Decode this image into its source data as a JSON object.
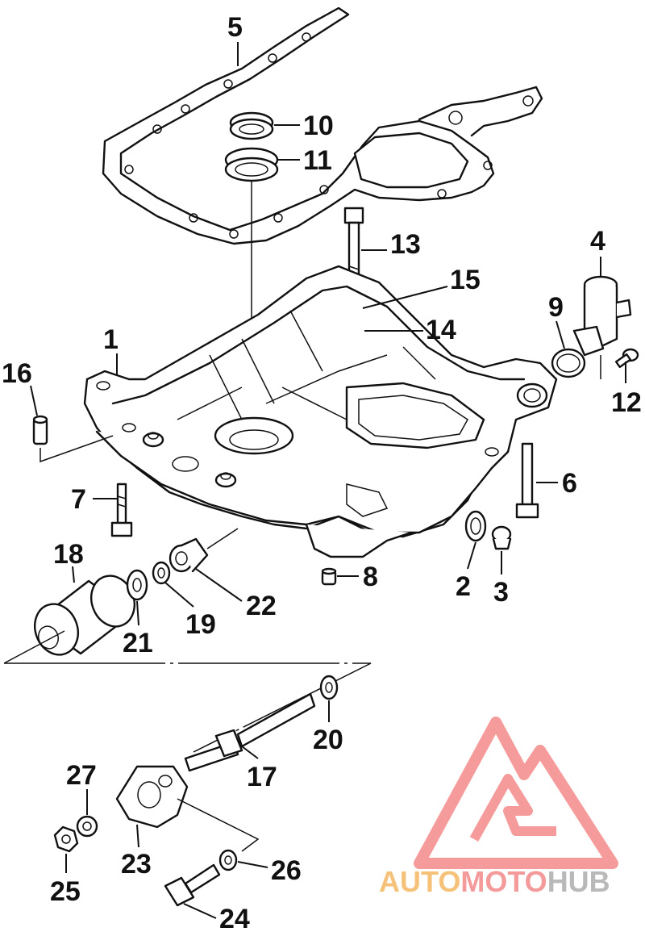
{
  "callouts": {
    "c1": "1",
    "c2": "2",
    "c3": "3",
    "c4": "4",
    "c5": "5",
    "c6": "6",
    "c7": "7",
    "c8": "8",
    "c9": "9",
    "c10": "10",
    "c11": "11",
    "c12": "12",
    "c13": "13",
    "c14": "14",
    "c15": "15",
    "c16": "16",
    "c17": "17",
    "c18": "18",
    "c19": "19",
    "c20": "20",
    "c21": "21",
    "c22": "22",
    "c23": "23",
    "c24": "24",
    "c25": "25",
    "c26": "26",
    "c27": "27"
  },
  "watermark": {
    "part1": "AUTO",
    "part2": "MOTO",
    "part3": "HUB",
    "color1": "#f6c27a",
    "color2": "#f49a9a",
    "color3": "#b9b9b9",
    "logo_color": "#f58a8a"
  }
}
